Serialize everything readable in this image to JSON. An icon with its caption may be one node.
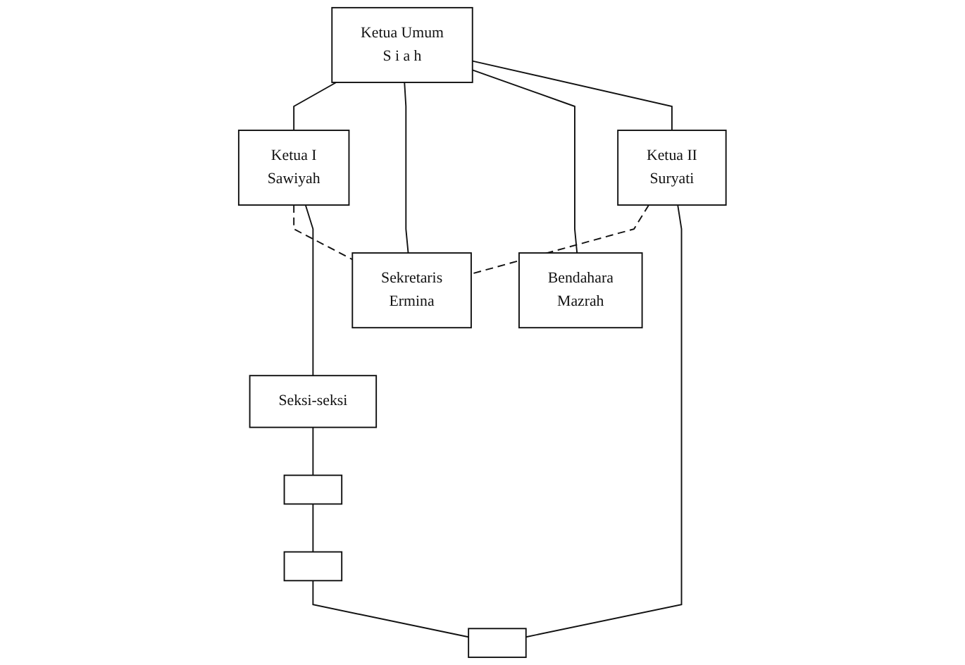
{
  "diagram": {
    "nodes": [
      {
        "text": [
          "Ketua Umum",
          "S i a h"
        ]
      },
      {
        "text": [
          "Ketua I",
          "Sawiyah"
        ]
      },
      {
        "text": [
          "Ketua II",
          "Suryati"
        ]
      },
      {
        "text": [
          "Sekretaris",
          "Ermina"
        ]
      },
      {
        "text": [
          "Bendahara",
          "Mazrah"
        ]
      },
      {
        "text": [
          "Seksi-seksi"
        ]
      },
      {
        "text": [],
        "shape": "box"
      },
      {
        "text": [],
        "shape": "box"
      },
      {
        "text": [],
        "shape": "box"
      }
    ],
    "edges": [
      {
        "from": 0,
        "to": 1,
        "arrow": "none"
      },
      {
        "from": 0,
        "to": 3,
        "arrow": "none"
      },
      {
        "from": 0,
        "to": 4,
        "arrow": "none"
      },
      {
        "from": 0,
        "to": 2,
        "arrow": "none"
      },
      {
        "from": 1,
        "to": 3,
        "arrow": "none",
        "style": "dashed"
      },
      {
        "from": 2,
        "to": 3,
        "arrow": "none",
        "style": "dashed"
      },
      {
        "from": 1,
        "to": 5,
        "arrow": "none"
      },
      {
        "from": 5,
        "to": 6,
        "arrow": "none"
      },
      {
        "from": 6,
        "to": 7,
        "arrow": "none"
      },
      {
        "from": 7,
        "to": 8,
        "arrow": "none"
      },
      {
        "from": 2,
        "to": 8,
        "arrow": "none"
      }
    ]
  }
}
